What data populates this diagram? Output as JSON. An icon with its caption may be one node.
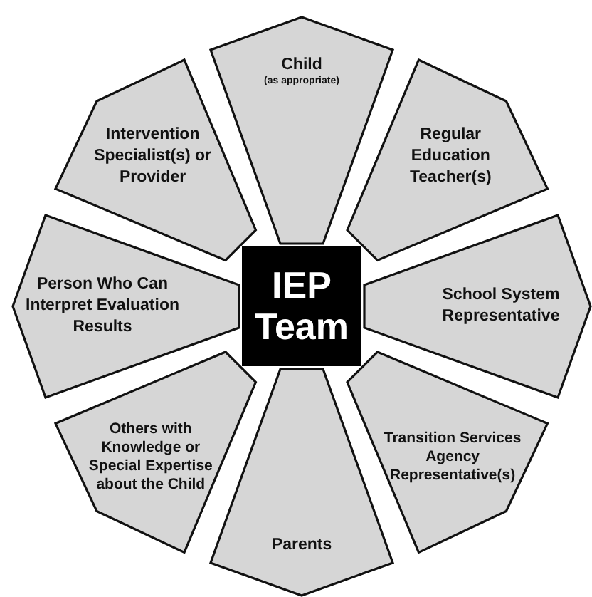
{
  "diagram": {
    "nodes": [
      {
        "text": [
          "IEP Team"
        ]
      },
      {
        "text": [
          "Child",
          "(as appropriate)"
        ]
      },
      {
        "text": [
          "Intervention Specialist(s) or Provider"
        ]
      },
      {
        "text": [
          "Regular Education Teacher(s)"
        ]
      },
      {
        "text": [
          "Person Who Can Interpret Evaluation Results"
        ]
      },
      {
        "text": [
          "School System Representative"
        ]
      },
      {
        "text": [
          "Others with Knowledge or Special Expertise about the Child"
        ]
      },
      {
        "text": [
          "Transition Services Agency Representative(s)"
        ]
      },
      {
        "text": [
          "Parents"
        ]
      }
    ]
  }
}
